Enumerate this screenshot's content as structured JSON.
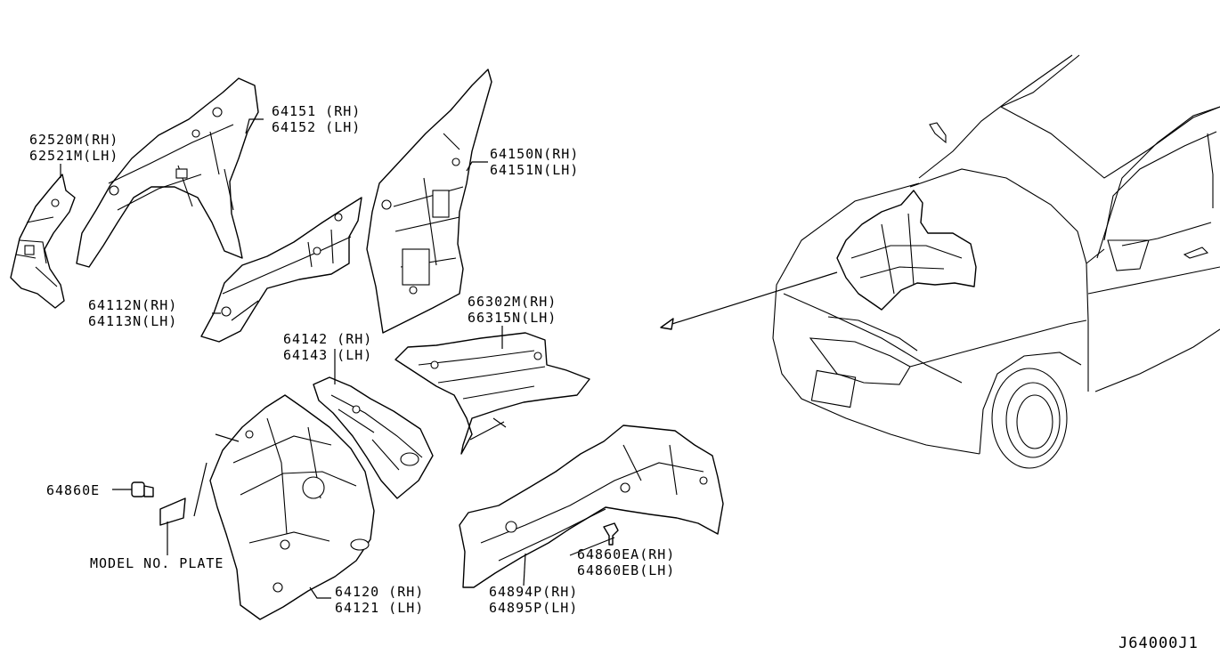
{
  "callouts": {
    "p62520_rh": "62520M(RH)",
    "p62521_lh": "62521M(LH)",
    "p64151_rh": "64151 (RH)",
    "p64152_lh": "64152 (LH)",
    "p64150n_rh": "64150N(RH)",
    "p64151n_lh": "64151N(LH)",
    "p64112n_rh": "64112N(RH)",
    "p64113n_lh": "64113N(LH)",
    "p64142_rh": "64142 (RH)",
    "p64143_lh": "64143 (LH)",
    "p66302m_rh": "66302M(RH)",
    "p66315n_lh": "66315N(LH)",
    "p64860e": "64860E",
    "model_plate": "MODEL NO. PLATE",
    "p64120_rh": "64120 (RH)",
    "p64121_lh": "64121 (LH)",
    "p64860ea_rh": "64860EA(RH)",
    "p64860eb_lh": "64860EB(LH)",
    "p64894p_rh": "64894P(RH)",
    "p64895p_lh": "64895P(LH)"
  },
  "diagram_code": "J64000J1"
}
